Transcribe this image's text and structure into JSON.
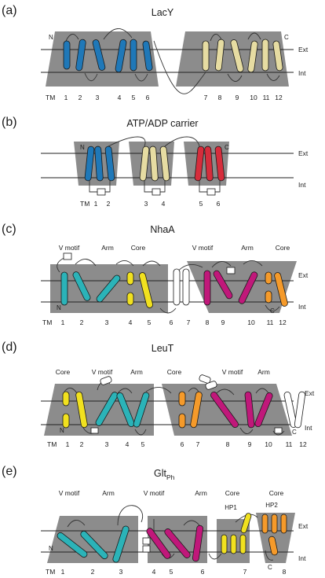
{
  "colors": {
    "block": "#8c8c8c",
    "blue": "#1f78b8",
    "tan": "#e6dca2",
    "red": "#d62d3c",
    "teal": "#2bb3b8",
    "yellow": "#f1e11f",
    "magenta": "#c0187a",
    "orange": "#f59a2a",
    "white": "#ffffff"
  },
  "panels": [
    {
      "label": "(a)",
      "title": "LacY",
      "side": {
        "ext": "Ext",
        "int": "Int"
      },
      "termini": [
        "N",
        "C"
      ],
      "tm_prefix": "TM",
      "tm_numbers": [
        "1",
        "2",
        "3",
        "4",
        "5",
        "6",
        "7",
        "8",
        "9",
        "10",
        "11",
        "12"
      ],
      "groups": []
    },
    {
      "label": "(b)",
      "title": "ATP/ADP carrier",
      "side": {
        "ext": "Ext",
        "int": "Int"
      },
      "termini": [
        "N",
        "C"
      ],
      "tm_prefix": "TM",
      "tm_numbers": [
        "1",
        "2",
        "3",
        "4",
        "5",
        "6"
      ],
      "groups": []
    },
    {
      "label": "(c)",
      "title": "NhaA",
      "side": {
        "ext": "Ext",
        "int": "Int"
      },
      "termini": [
        "N",
        "C"
      ],
      "tm_prefix": "TM",
      "tm_numbers": [
        "1",
        "2",
        "3",
        "4",
        "5",
        "6",
        "7",
        "8",
        "9",
        "10",
        "11",
        "12"
      ],
      "groups": [
        "V motif",
        "Arm",
        "Core",
        "V motif",
        "Arm",
        "Core"
      ]
    },
    {
      "label": "(d)",
      "title": "LeuT",
      "side": {
        "ext": "Ext",
        "int": "Int"
      },
      "termini": [
        "N",
        "C"
      ],
      "tm_prefix": "TM",
      "tm_numbers": [
        "1",
        "2",
        "3",
        "4",
        "5",
        "6",
        "7",
        "8",
        "9",
        "10",
        "11",
        "12"
      ],
      "groups": [
        "Core",
        "V motif",
        "Arm",
        "Core",
        "V motif",
        "Arm"
      ]
    },
    {
      "label": "(e)",
      "title": "Glt",
      "title_sub": "Ph",
      "side": {
        "ext": "Ext",
        "int": "Int"
      },
      "termini": [
        "N",
        "C"
      ],
      "tm_prefix": "TM",
      "tm_numbers": [
        "1",
        "2",
        "3",
        "4",
        "5",
        "6",
        "7",
        "8"
      ],
      "groups": [
        "V motif",
        "Arm",
        "V motif",
        "Arm",
        "Core",
        "Core"
      ],
      "hairpins": [
        "HP1",
        "HP2"
      ]
    }
  ]
}
